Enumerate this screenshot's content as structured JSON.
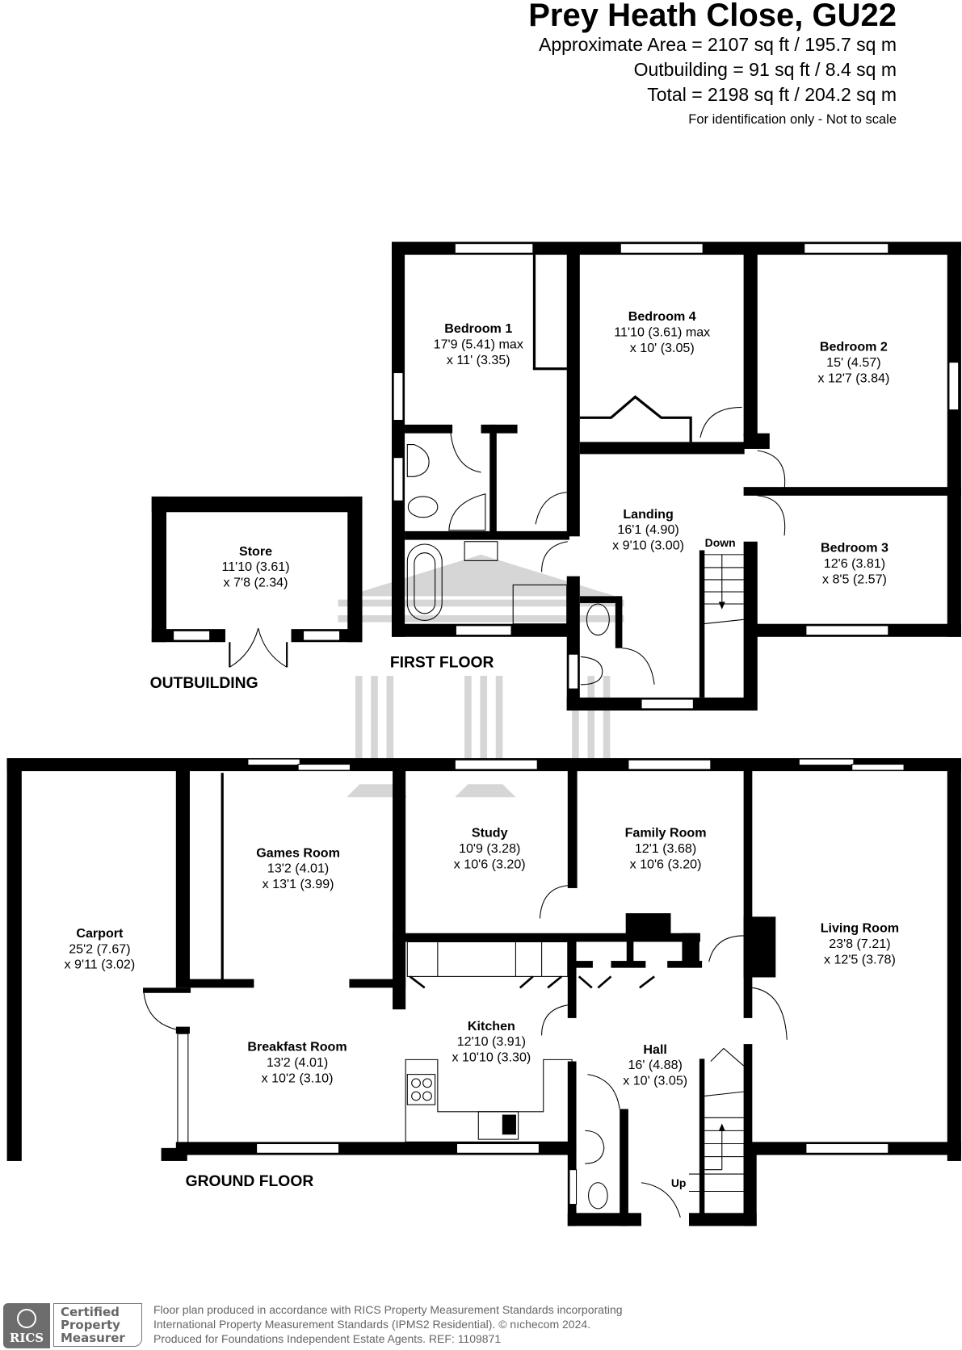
{
  "header": {
    "title": "Prey Heath Close, GU22",
    "areas": [
      "Approximate Area = 2107 sq ft / 195.7 sq m",
      "Outbuilding = 91 sq ft / 8.4 sq m",
      "Total = 2198 sq ft / 204.2 sq m"
    ],
    "note": "For identification only - Not to scale"
  },
  "floors": {
    "first": {
      "label": "FIRST FLOOR",
      "rooms": [
        {
          "name": "Bedroom 1",
          "dim1": "17'9 (5.41) max",
          "dim2": "x 11' (3.35)"
        },
        {
          "name": "Bedroom 4",
          "dim1": "11'10 (3.61) max",
          "dim2": "x 10' (3.05)"
        },
        {
          "name": "Bedroom 2",
          "dim1": "15' (4.57)",
          "dim2": "x 12'7 (3.84)"
        },
        {
          "name": "Landing",
          "dim1": "16'1 (4.90)",
          "dim2": "x 9'10 (3.00)"
        },
        {
          "name": "Bedroom 3",
          "dim1": "12'6 (3.81)",
          "dim2": "x 8'5 (2.57)"
        }
      ],
      "stairs_label": "Down"
    },
    "outbuilding": {
      "label": "OUTBUILDING",
      "rooms": [
        {
          "name": "Store",
          "dim1": "11'10 (3.61)",
          "dim2": "x 7'8 (2.34)"
        }
      ]
    },
    "ground": {
      "label": "GROUND FLOOR",
      "rooms": [
        {
          "name": "Carport",
          "dim1": "25'2 (7.67)",
          "dim2": "x 9'11 (3.02)"
        },
        {
          "name": "Games Room",
          "dim1": "13'2 (4.01)",
          "dim2": "x 13'1 (3.99)"
        },
        {
          "name": "Study",
          "dim1": "10'9 (3.28)",
          "dim2": "x 10'6 (3.20)"
        },
        {
          "name": "Family Room",
          "dim1": "12'1 (3.68)",
          "dim2": "x 10'6 (3.20)"
        },
        {
          "name": "Living Room",
          "dim1": "23'8 (7.21)",
          "dim2": "x 12'5 (3.78)"
        },
        {
          "name": "Breakfast Room",
          "dim1": "13'2 (4.01)",
          "dim2": "x 10'2 (3.10)"
        },
        {
          "name": "Kitchen",
          "dim1": "12'10 (3.91)",
          "dim2": "x 10'10 (3.30)"
        },
        {
          "name": "Hall",
          "dim1": "16' (4.88)",
          "dim2": "x 10' (3.05)"
        }
      ],
      "stairs_label": "Up"
    }
  },
  "footer": {
    "logo_text": "RICS",
    "cert_lines": [
      "Certified",
      "Property",
      "Measurer"
    ],
    "lines": [
      "Floor plan produced in accordance with RICS Property Measurement Standards incorporating",
      "International Property Measurement Standards (IPMS2 Residential).   © nıchecom 2024.",
      "Produced for Foundations Independent Estate Agents.   REF:  1109871"
    ]
  },
  "colors": {
    "wall": "#000000",
    "watermark": "#c8c8c8",
    "footer_grey": "#666666"
  }
}
